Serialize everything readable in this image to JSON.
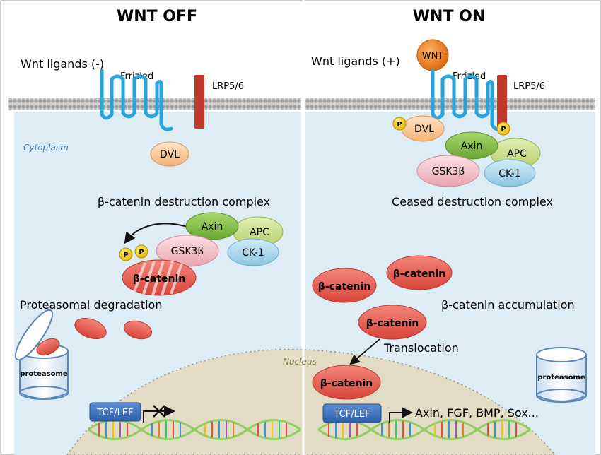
{
  "panels": {
    "off": {
      "title": "WNT OFF",
      "ligands": "Wnt ligands (-)",
      "frizzled": "Frrizled",
      "lrp": "LRP5/6",
      "cytoplasm": "Cytoplasm",
      "dvl": "DVL",
      "complex_title": "β-catenin destruction complex",
      "axin": "Axin",
      "apc": "APC",
      "gsk": "GSK3β",
      "ck1": "CK-1",
      "phospho": "P",
      "bcatenin": "β-catenin",
      "degradation": "Proteasomal degradation",
      "proteasome": "proteasome",
      "tcf": "TCF/LEF"
    },
    "on": {
      "title": "WNT ON",
      "ligands": "Wnt ligands (+)",
      "wnt": "WNT",
      "frizzled": "Frrizled",
      "lrp": "LRP5/6",
      "dvl": "DVL",
      "phospho": "P",
      "axin": "Axin",
      "apc": "APC",
      "gsk": "GSK3β",
      "ck1": "CK-1",
      "ceased": "Ceased destruction complex",
      "bcatenin": "β-catenin",
      "accumulation": "β-catenin accumulation",
      "translocation": "Translocation",
      "nucleus": "Nucleus",
      "proteasome": "proteasome",
      "tcf": "TCF/LEF",
      "targets": "Axin, FGF, BMP, Sox..."
    }
  },
  "colors": {
    "cytoplasm": "#deedf5",
    "nucleus": "#e2dcc4",
    "membrane": "#b8b8b8",
    "receptor": "#29a3dc",
    "lrp": "#c0392b",
    "dvl": "#f7c08a",
    "axin": "#7dba3e",
    "apc": "#c6dc82",
    "gsk": "#f2bcc4",
    "ck1": "#a6d3ea",
    "bcatenin": "#e45a4d",
    "wnt": "#ef7c1a",
    "phospho": "#f5cb10",
    "tcf_box": "#3a6fbf"
  }
}
